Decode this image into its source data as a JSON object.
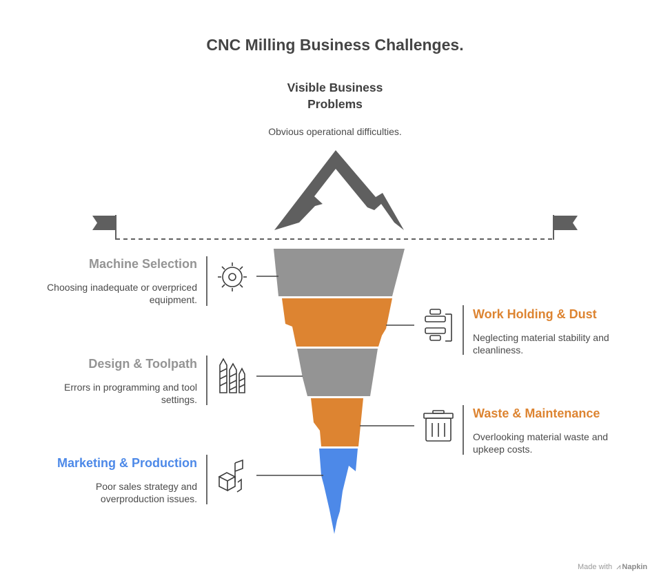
{
  "title": "CNC Milling Business Challenges.",
  "top": {
    "heading_line1": "Visible Business",
    "heading_line2": "Problems",
    "description": "Obvious operational difficulties."
  },
  "colors": {
    "gray": "#949494",
    "orange": "#dd8431",
    "blue": "#4d89e8",
    "dark": "#5f5f5f"
  },
  "layers": [
    {
      "heading": "Machine Selection",
      "description_line1": "Choosing inadequate or overpriced",
      "description_line2": "equipment.",
      "color": "#949494",
      "side": "left",
      "icon": "gear-icon"
    },
    {
      "heading": "Work Holding & Dust",
      "description_line1": "Neglecting material stability and",
      "description_line2": "cleanliness.",
      "color": "#dd8431",
      "side": "right",
      "icon": "clamp-icon"
    },
    {
      "heading": "Design & Toolpath",
      "description_line1": "Errors in programming and tool",
      "description_line2": "settings.",
      "color": "#949494",
      "side": "left",
      "icon": "drill-bits-icon"
    },
    {
      "heading": "Waste & Maintenance",
      "description_line1": "Overlooking material waste and",
      "description_line2": "upkeep costs.",
      "color": "#dd8431",
      "side": "right",
      "icon": "trash-bin-icon"
    },
    {
      "heading": "Marketing & Production",
      "description_line1": "Poor sales strategy and",
      "description_line2": "overproduction issues.",
      "color": "#4d89e8",
      "side": "left",
      "icon": "box-flag-icon"
    }
  ],
  "footer": {
    "made_with": "Made with",
    "brand": "Napkin"
  }
}
